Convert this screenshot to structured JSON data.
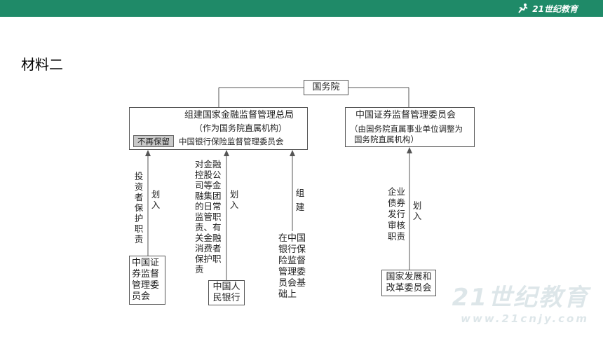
{
  "header": {
    "logo_text": "21世纪教育"
  },
  "section_title": "材料二",
  "diagram": {
    "guowuyuan": "国务院",
    "jinrong_box": {
      "line1": "组建国家金融监督管理总局",
      "line2": "（作为国务院直属机构）",
      "tag": "不再保留",
      "line3": "中国银行保险监督管理委员会"
    },
    "zhengjian_box": {
      "line1": "中国证券监督管理委员会",
      "line2": "（由国务院直属事业单位调整为",
      "line3": "国务院直属机构）"
    },
    "labels": {
      "touzizhe": "投资者保护职责",
      "huaru1": "划入",
      "jinrong_kong": "对金融控股公司等金融集团的日常监管职责、有关金融消费者保护职责",
      "huaru2": "划入",
      "zujian": "组建",
      "zaiyinbao": "在中国银行保险监督管理委员会基础上",
      "qiye": "企业债券发行审核职责",
      "huaru3": "划入"
    },
    "sources": {
      "zhengjianhui": "中国证券监督管理委员会",
      "renmin": "中国人民银行",
      "fagaiwei": "国家发展和改革委员会"
    }
  },
  "watermark": {
    "big": "21世纪教育",
    "small": "www.21cnjy.com"
  }
}
